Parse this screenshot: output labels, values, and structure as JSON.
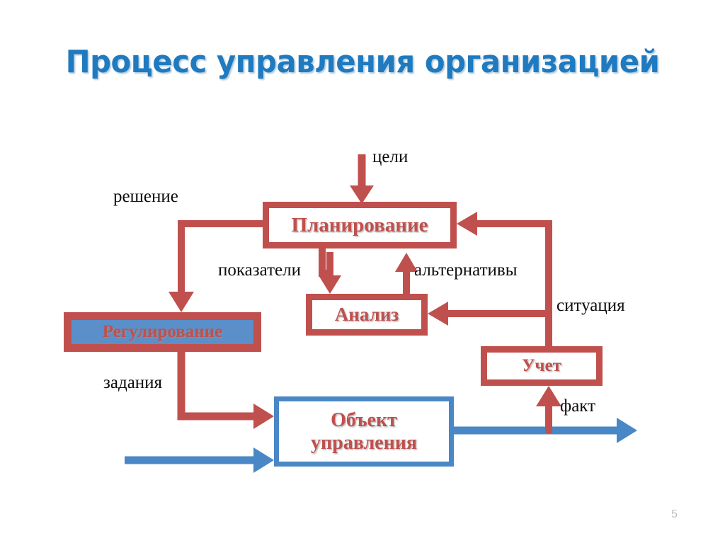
{
  "slide": {
    "title": "Процесс управления организацией",
    "page_number": "5",
    "background_color": "#ffffff"
  },
  "colors": {
    "title_blue": "#1f7ac0",
    "red": "#c0504d",
    "blue": "#4a87c6",
    "regulation_fill": "#5b8fc9",
    "label_black": "#0d0d0d",
    "page_number_gray": "#bfbfbf"
  },
  "boxes": {
    "planning": {
      "label": "Планирование",
      "fill": "#ffffff",
      "border": "#c0504d",
      "text_color": "#c0504d"
    },
    "analysis": {
      "label": "Анализ",
      "fill": "#ffffff",
      "border": "#c0504d",
      "text_color": "#c0504d"
    },
    "accounting": {
      "label": "Учет",
      "fill": "#ffffff",
      "border": "#c0504d",
      "text_color": "#c0504d"
    },
    "regulation": {
      "label": "Регулирование",
      "fill": "#5b8fc9",
      "border": "#c0504d",
      "text_color": "#c0504d"
    },
    "object": {
      "label_line1": "Объект",
      "label_line2": "управления",
      "fill": "#ffffff",
      "border": "#4a87c6",
      "text_color": "#c0504d"
    }
  },
  "labels": {
    "goals": "цели",
    "decision": "решение",
    "indicators": "показатели",
    "alternatives": "альтернативы",
    "situation": "ситуация",
    "tasks": "задания",
    "fact": "факт"
  },
  "connectors": [
    {
      "name": "goals-to-planning",
      "from": "цели",
      "to": "Планирование",
      "color": "#c0504d"
    },
    {
      "name": "planning-to-regulation",
      "from": "Планирование",
      "to": "Регулирование",
      "label": "решение",
      "color": "#c0504d"
    },
    {
      "name": "planning-to-analysis",
      "from": "Планирование",
      "to": "Анализ",
      "label": "показатели",
      "color": "#c0504d"
    },
    {
      "name": "analysis-to-planning",
      "from": "Анализ",
      "to": "Планирование",
      "label": "альтернативы",
      "color": "#c0504d"
    },
    {
      "name": "accounting-to-planning",
      "from": "Учет",
      "to": "Планирование",
      "label": "ситуация",
      "color": "#c0504d"
    },
    {
      "name": "accounting-to-analysis",
      "from": "Учет",
      "to": "Анализ",
      "label": "ситуация",
      "color": "#c0504d"
    },
    {
      "name": "regulation-to-object",
      "from": "Регулирование",
      "to": "Объект управления",
      "label": "задания",
      "color": "#c0504d"
    },
    {
      "name": "object-to-accounting",
      "from": "Объект управления",
      "to": "Учет",
      "label": "факт",
      "color": "#c0504d"
    },
    {
      "name": "input-to-object",
      "from": "вход",
      "to": "Объект управления",
      "color": "#4a87c6"
    },
    {
      "name": "object-to-output",
      "from": "Объект управления",
      "to": "выход",
      "color": "#4a87c6"
    }
  ]
}
